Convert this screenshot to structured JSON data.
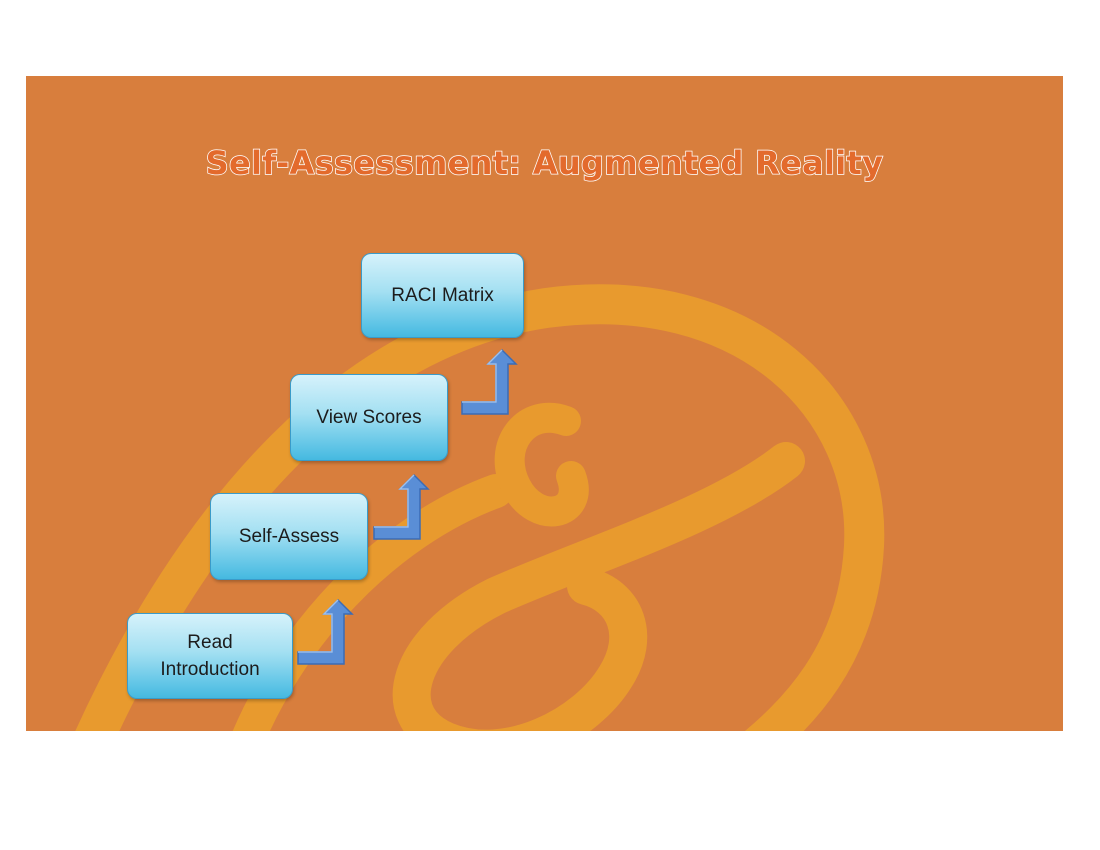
{
  "slide": {
    "title": "Self-Assessment: Augmented Reality",
    "background_color": "#d87e3d",
    "logo_color": "#e89a2e"
  },
  "steps": [
    {
      "label": "Read\nIntroduction"
    },
    {
      "label": "Self-Assess"
    },
    {
      "label": "View Scores"
    },
    {
      "label": "RACI Matrix"
    }
  ],
  "colors": {
    "box_top": "#d6f2fb",
    "box_bottom": "#45b9e0",
    "box_border": "#3a9bc9",
    "arrow_fill": "#5a8ed6",
    "arrow_stroke": "#3b6cb5"
  },
  "icons": {
    "connector": "bent-up-arrow-icon"
  }
}
